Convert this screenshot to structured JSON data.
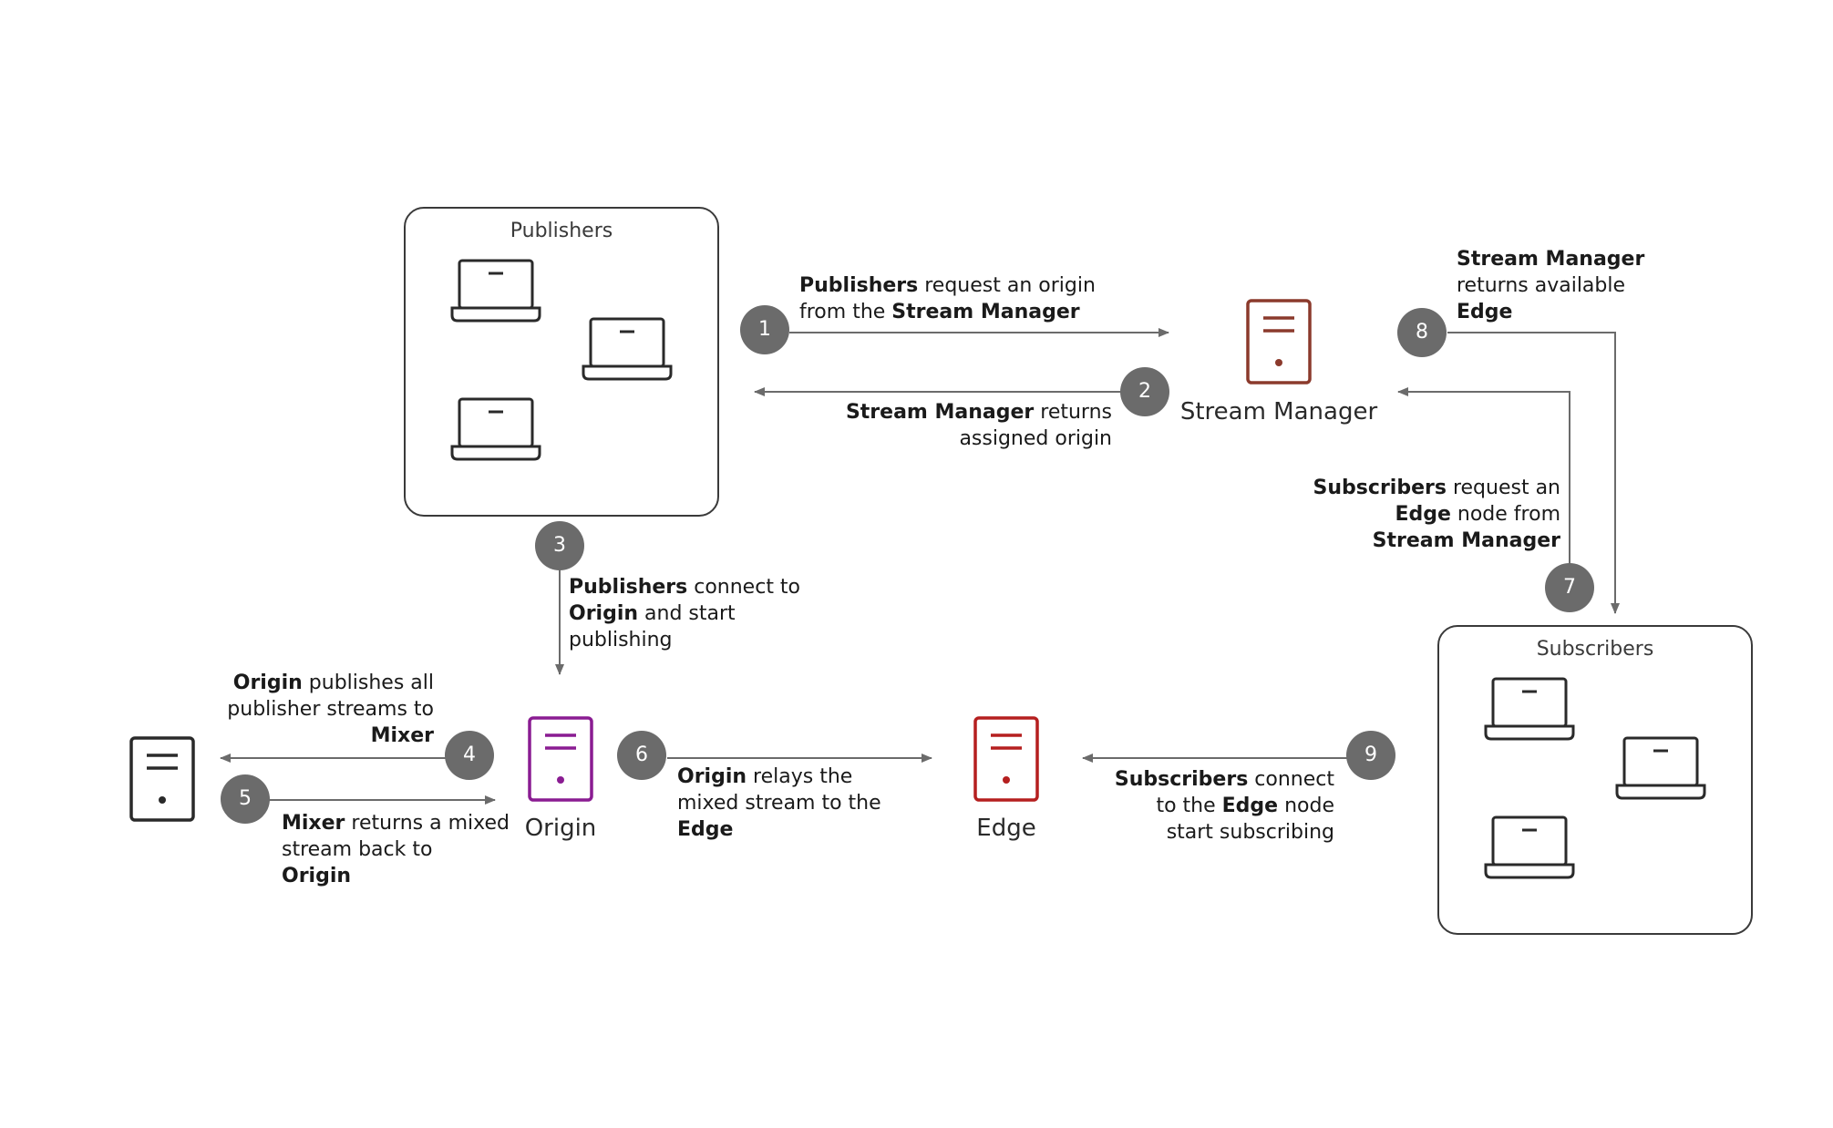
{
  "groups": {
    "publishers": "Publishers",
    "subscribers": "Subscribers"
  },
  "nodes": {
    "stream_manager": "Stream Manager",
    "origin": "Origin",
    "edge": "Edge"
  },
  "steps": [
    {
      "num": "1",
      "parts": [
        {
          "b": true,
          "t": "Publishers"
        },
        {
          "t": " request an origin"
        },
        {
          "br": true
        },
        {
          "t": "from the "
        },
        {
          "b": true,
          "t": "Stream Manager"
        }
      ]
    },
    {
      "num": "2",
      "parts": [
        {
          "b": true,
          "t": "Stream Manager"
        },
        {
          "t": " returns"
        },
        {
          "br": true
        },
        {
          "t": "assigned origin"
        }
      ]
    },
    {
      "num": "3",
      "parts": [
        {
          "b": true,
          "t": "Publishers"
        },
        {
          "t": " connect to"
        },
        {
          "br": true
        },
        {
          "b": true,
          "t": "Origin"
        },
        {
          "t": " and start"
        },
        {
          "br": true
        },
        {
          "t": "publishing"
        }
      ]
    },
    {
      "num": "4",
      "parts": [
        {
          "b": true,
          "t": "Origin"
        },
        {
          "t": " publishes all"
        },
        {
          "br": true
        },
        {
          "t": "publisher streams to"
        },
        {
          "br": true
        },
        {
          "b": true,
          "t": "Mixer"
        }
      ]
    },
    {
      "num": "5",
      "parts": [
        {
          "b": true,
          "t": "Mixer"
        },
        {
          "t": " returns a mixed"
        },
        {
          "br": true
        },
        {
          "t": "stream back to"
        },
        {
          "br": true
        },
        {
          "b": true,
          "t": "Origin"
        }
      ]
    },
    {
      "num": "6",
      "parts": [
        {
          "b": true,
          "t": "Origin"
        },
        {
          "t": " relays the"
        },
        {
          "br": true
        },
        {
          "t": "mixed stream to the"
        },
        {
          "br": true
        },
        {
          "b": true,
          "t": "Edge"
        }
      ]
    },
    {
      "num": "7",
      "parts": [
        {
          "b": true,
          "t": "Subscribers"
        },
        {
          "t": " request an"
        },
        {
          "br": true
        },
        {
          "b": true,
          "t": "Edge"
        },
        {
          "t": " node from"
        },
        {
          "br": true
        },
        {
          "b": true,
          "t": "Stream Manager"
        }
      ]
    },
    {
      "num": "8",
      "parts": [
        {
          "b": true,
          "t": "Stream Manager"
        },
        {
          "br": true
        },
        {
          "t": "returns available"
        },
        {
          "br": true
        },
        {
          "b": true,
          "t": "Edge"
        }
      ]
    },
    {
      "num": "9",
      "parts": [
        {
          "b": true,
          "t": "Subscribers"
        },
        {
          "t": " connect"
        },
        {
          "br": true
        },
        {
          "t": "to the "
        },
        {
          "b": true,
          "t": "Edge"
        },
        {
          "t": " node"
        },
        {
          "br": true
        },
        {
          "t": "start subscribing"
        }
      ]
    }
  ],
  "colors": {
    "stream_manager": "#8b3a2c",
    "origin": "#8a1c92",
    "edge": "#b51f1f",
    "mixer": "#2a2a2a",
    "laptop": "#2a2a2a",
    "arrow": "#6b6b6b",
    "badge": "#6b6b6b"
  },
  "icons": {
    "laptop": "laptop-icon",
    "server": "server-icon"
  }
}
